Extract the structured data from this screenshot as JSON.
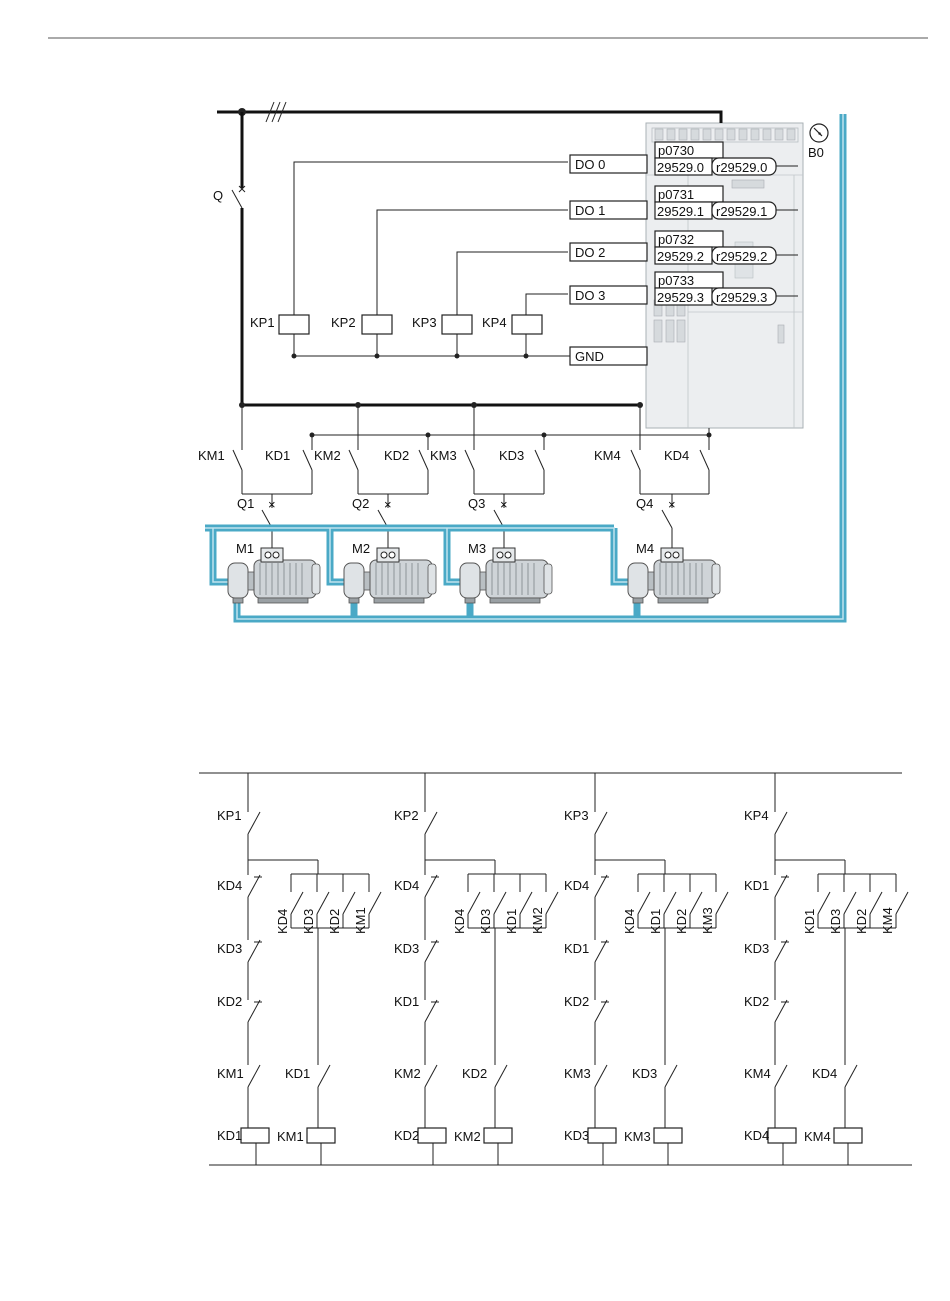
{
  "top": {
    "breaker": "Q",
    "sensor": "B0",
    "params": [
      {
        "p": "p0730",
        "v": "29529.0",
        "r": "r29529.0",
        "do": "DO 0"
      },
      {
        "p": "p0731",
        "v": "29529.1",
        "r": "r29529.1",
        "do": "DO 1"
      },
      {
        "p": "p0732",
        "v": "29529.2",
        "r": "r29529.2",
        "do": "DO 2"
      },
      {
        "p": "p0733",
        "v": "29529.3",
        "r": "r29529.3",
        "do": "DO 3"
      }
    ],
    "gnd": "GND",
    "relays": [
      "KP1",
      "KP2",
      "KP3",
      "KP4"
    ],
    "contactors_km": [
      "KM1",
      "KM2",
      "KM3",
      "KM4"
    ],
    "contactors_kd": [
      "KD1",
      "KD2",
      "KD3",
      "KD4"
    ],
    "breakers": [
      "Q1",
      "Q2",
      "Q3",
      "Q4"
    ],
    "motors": [
      "M1",
      "M2",
      "M3",
      "M4"
    ]
  },
  "ladder": {
    "columns": [
      {
        "kp": "KP1",
        "nc_top": "KD4",
        "par": [
          "KD4",
          "KD3",
          "KD2",
          "KM1"
        ],
        "nc_mid": "KD3",
        "nc_low": "KD2",
        "km": "KM1",
        "kd": "KD1",
        "coil_kd": "KD1",
        "coil_km": "KM1"
      },
      {
        "kp": "KP2",
        "nc_top": "KD4",
        "par": [
          "KD4",
          "KD3",
          "KD1",
          "KM2"
        ],
        "nc_mid": "KD3",
        "nc_low": "KD1",
        "km": "KM2",
        "kd": "KD2",
        "coil_kd": "KD2",
        "coil_km": "KM2"
      },
      {
        "kp": "KP3",
        "nc_top": "KD4",
        "par": [
          "KD4",
          "KD1",
          "KD2",
          "KM3"
        ],
        "nc_mid": "KD1",
        "nc_low": "KD2",
        "km": "KM3",
        "kd": "KD3",
        "coil_kd": "KD3",
        "coil_km": "KM3"
      },
      {
        "kp": "KP4",
        "nc_top": "KD1",
        "par": [
          "KD1",
          "KD3",
          "KD2",
          "KM4"
        ],
        "nc_mid": "KD3",
        "nc_low": "KD2",
        "km": "KM4",
        "kd": "KD4",
        "coil_kd": "KD4",
        "coil_km": "KM4"
      }
    ]
  },
  "colors": {
    "pipe": "#4aa9c6",
    "device": "#e9ecee",
    "line": "#222222"
  }
}
